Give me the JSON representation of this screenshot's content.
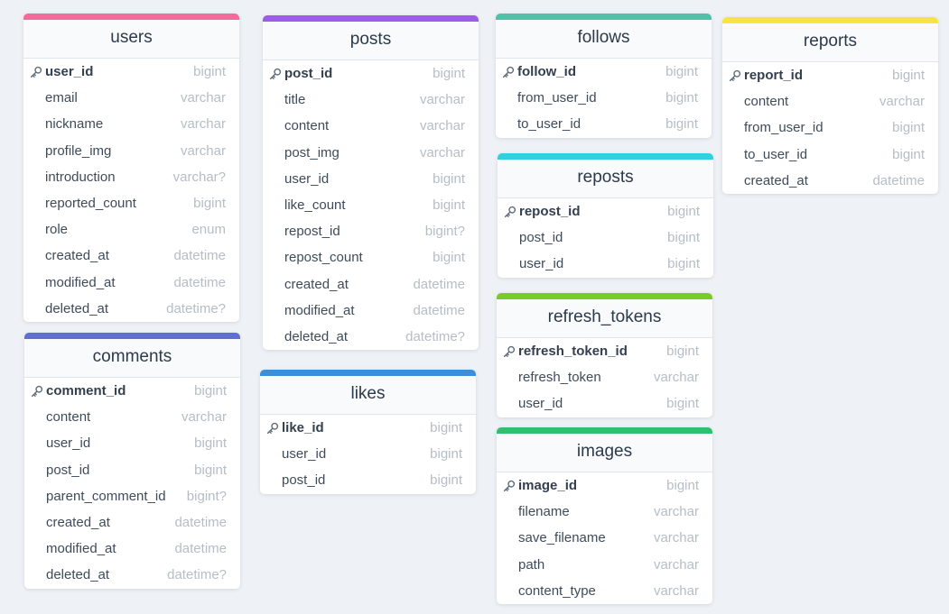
{
  "tables": [
    {
      "name": "users",
      "color": "#f26b9b",
      "columns": [
        {
          "name": "user_id",
          "type": "bigint",
          "pk": true
        },
        {
          "name": "email",
          "type": "varchar"
        },
        {
          "name": "nickname",
          "type": "varchar"
        },
        {
          "name": "profile_img",
          "type": "varchar"
        },
        {
          "name": "introduction",
          "type": "varchar?"
        },
        {
          "name": "reported_count",
          "type": "bigint"
        },
        {
          "name": "role",
          "type": "enum"
        },
        {
          "name": "created_at",
          "type": "datetime"
        },
        {
          "name": "modified_at",
          "type": "datetime"
        },
        {
          "name": "deleted_at",
          "type": "datetime?"
        }
      ]
    },
    {
      "name": "comments",
      "color": "#5f6fcf",
      "columns": [
        {
          "name": "comment_id",
          "type": "bigint",
          "pk": true
        },
        {
          "name": "content",
          "type": "varchar"
        },
        {
          "name": "user_id",
          "type": "bigint"
        },
        {
          "name": "post_id",
          "type": "bigint"
        },
        {
          "name": "parent_comment_id",
          "type": "bigint?"
        },
        {
          "name": "created_at",
          "type": "datetime"
        },
        {
          "name": "modified_at",
          "type": "datetime"
        },
        {
          "name": "deleted_at",
          "type": "datetime?"
        }
      ]
    },
    {
      "name": "posts",
      "color": "#9b5de5",
      "columns": [
        {
          "name": "post_id",
          "type": "bigint",
          "pk": true
        },
        {
          "name": "title",
          "type": "varchar"
        },
        {
          "name": "content",
          "type": "varchar"
        },
        {
          "name": "post_img",
          "type": "varchar"
        },
        {
          "name": "user_id",
          "type": "bigint"
        },
        {
          "name": "like_count",
          "type": "bigint"
        },
        {
          "name": "repost_id",
          "type": "bigint?"
        },
        {
          "name": "repost_count",
          "type": "bigint"
        },
        {
          "name": "created_at",
          "type": "datetime"
        },
        {
          "name": "modified_at",
          "type": "datetime"
        },
        {
          "name": "deleted_at",
          "type": "datetime?"
        }
      ]
    },
    {
      "name": "likes",
      "color": "#3a8fdc",
      "columns": [
        {
          "name": "like_id",
          "type": "bigint",
          "pk": true
        },
        {
          "name": "user_id",
          "type": "bigint"
        },
        {
          "name": "post_id",
          "type": "bigint"
        }
      ]
    },
    {
      "name": "follows",
      "color": "#50c1a8",
      "columns": [
        {
          "name": "follow_id",
          "type": "bigint",
          "pk": true
        },
        {
          "name": "from_user_id",
          "type": "bigint"
        },
        {
          "name": "to_user_id",
          "type": "bigint"
        }
      ]
    },
    {
      "name": "reposts",
      "color": "#2ed0e2",
      "columns": [
        {
          "name": "repost_id",
          "type": "bigint",
          "pk": true
        },
        {
          "name": "post_id",
          "type": "bigint"
        },
        {
          "name": "user_id",
          "type": "bigint"
        }
      ]
    },
    {
      "name": "refresh_tokens",
      "color": "#7dc92a",
      "columns": [
        {
          "name": "refresh_token_id",
          "type": "bigint",
          "pk": true
        },
        {
          "name": "refresh_token",
          "type": "varchar"
        },
        {
          "name": "user_id",
          "type": "bigint"
        }
      ]
    },
    {
      "name": "images",
      "color": "#2fbf6e",
      "columns": [
        {
          "name": "image_id",
          "type": "bigint",
          "pk": true
        },
        {
          "name": "filename",
          "type": "varchar"
        },
        {
          "name": "save_filename",
          "type": "varchar"
        },
        {
          "name": "path",
          "type": "varchar"
        },
        {
          "name": "content_type",
          "type": "varchar"
        }
      ]
    },
    {
      "name": "reports",
      "color": "#f7e443",
      "columns": [
        {
          "name": "report_id",
          "type": "bigint",
          "pk": true
        },
        {
          "name": "content",
          "type": "varchar"
        },
        {
          "name": "from_user_id",
          "type": "bigint"
        },
        {
          "name": "to_user_id",
          "type": "bigint"
        },
        {
          "name": "created_at",
          "type": "datetime"
        }
      ]
    }
  ]
}
